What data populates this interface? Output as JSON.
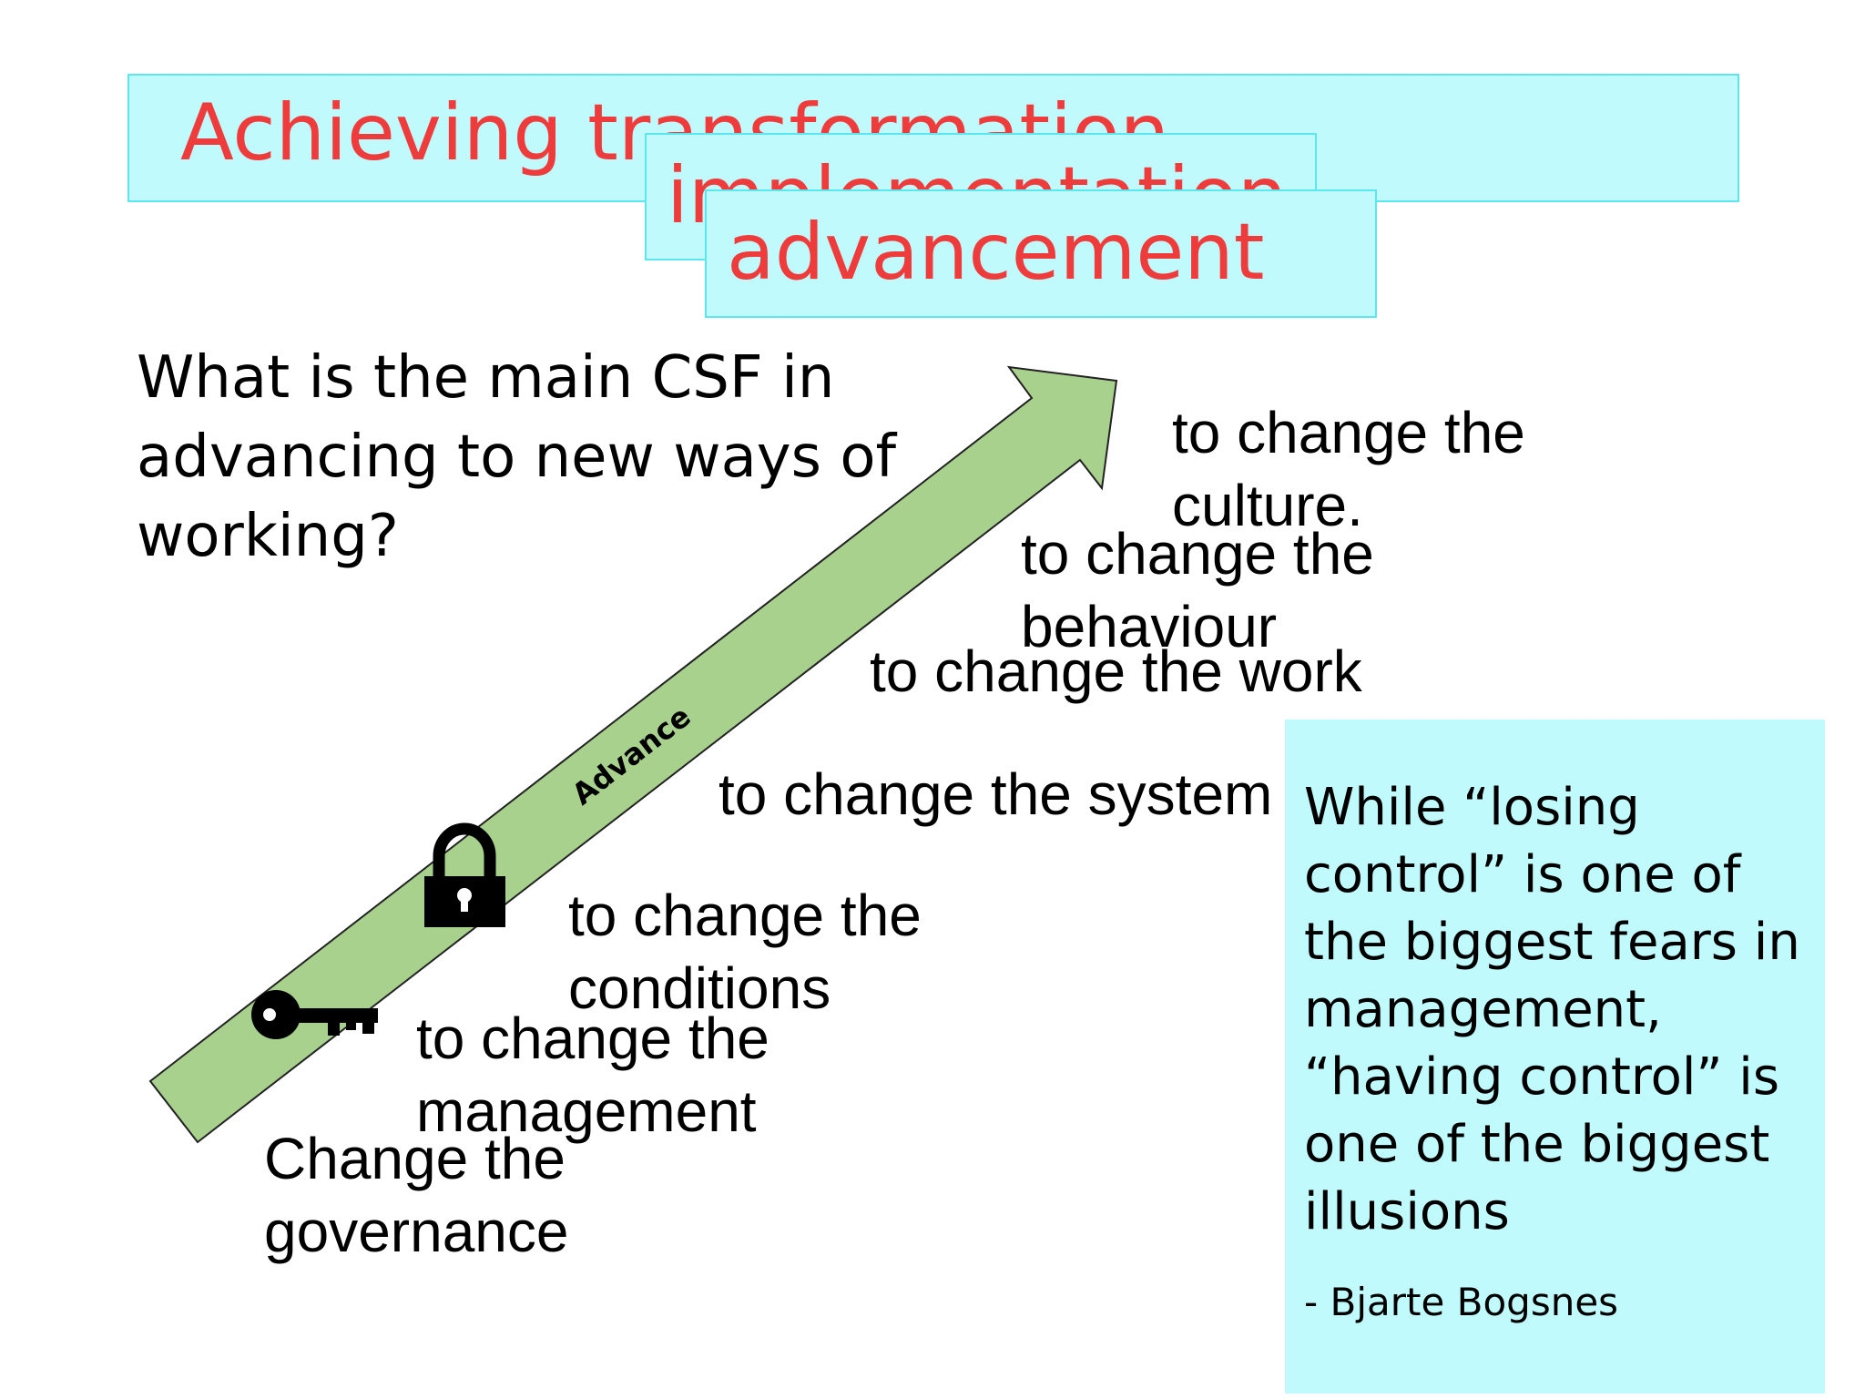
{
  "titles": {
    "achieving": "Achieving transformation",
    "implementation": "implementation",
    "advancement": "advancement"
  },
  "question": "What is the main CSF in advancing to new ways of working?",
  "arrow": {
    "label": "Advance",
    "fill": "#a9d18e"
  },
  "steps": [
    "Change the governance",
    "to change the management",
    "to change the conditions",
    "to change the system",
    "to change the work",
    "to change the behaviour",
    "to change the culture."
  ],
  "icons": {
    "key": "key-icon",
    "lock": "lock-icon"
  },
  "quote": {
    "text": "While “losing control” is one of the biggest fears in management, “having control” is one of the biggest illusions",
    "author": "- Bjarte Bogsnes"
  },
  "colors": {
    "title_red": "#ee3b3b",
    "box_cyan": "#c0fafc",
    "box_border": "#5ee6ef"
  }
}
